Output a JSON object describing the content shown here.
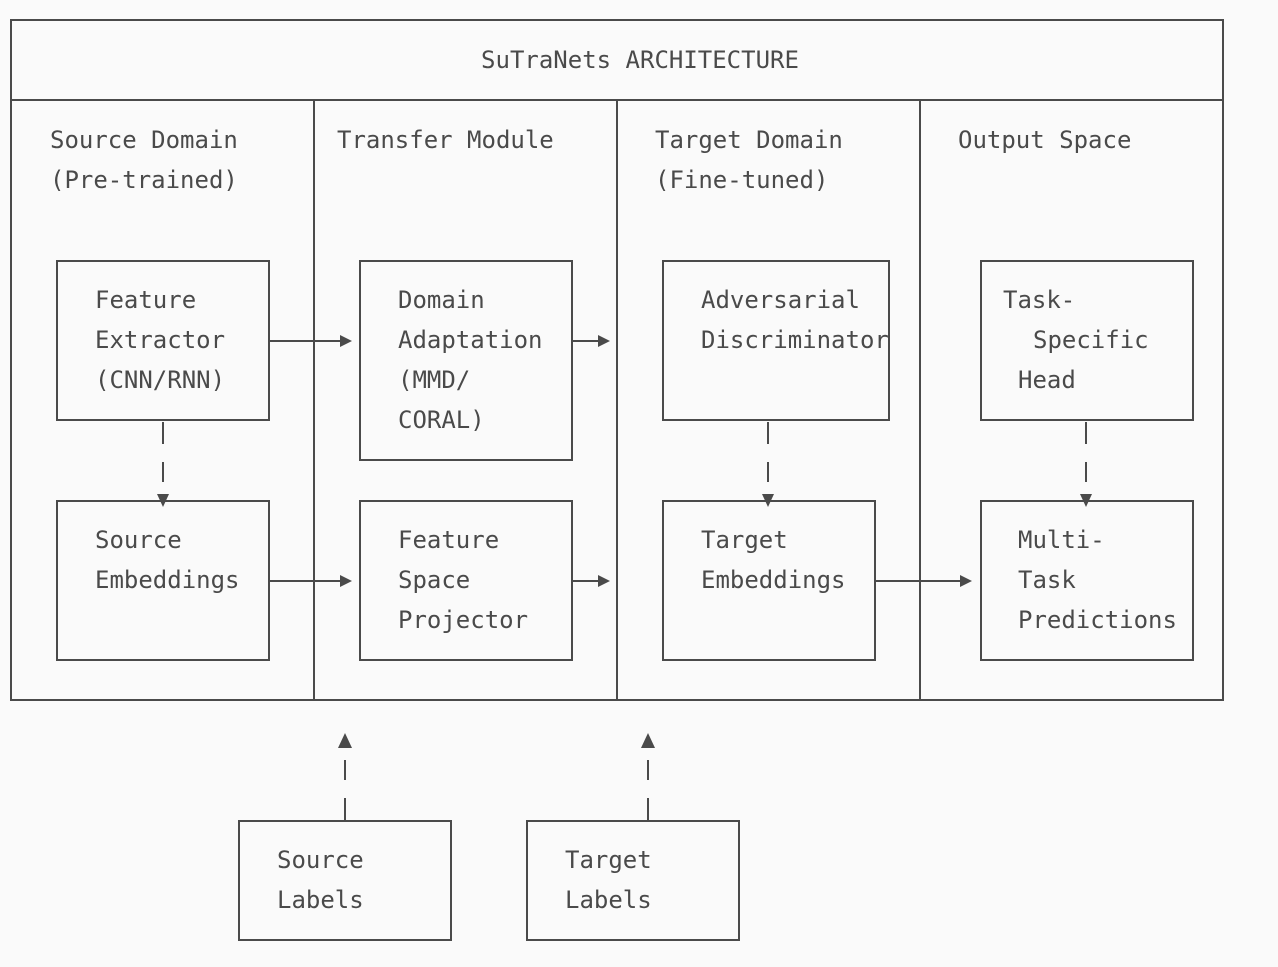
{
  "title": "SuTraNets ARCHITECTURE",
  "columns": [
    {
      "line1": "Source Domain",
      "line2": "(Pre-trained)"
    },
    {
      "line1": "Transfer Module",
      "line2": ""
    },
    {
      "line1": "Target Domain",
      "line2": "(Fine-tuned)"
    },
    {
      "line1": "Output Space",
      "line2": ""
    }
  ],
  "boxes": {
    "feature_extractor": [
      "Feature",
      "Extractor",
      "(CNN/RNN)"
    ],
    "domain_adaptation": [
      "Domain",
      "Adaptation",
      "(MMD/",
      "CORAL)"
    ],
    "adversarial_discriminator": [
      "Adversarial",
      "Discriminator"
    ],
    "task_specific_head": [
      "Task-",
      "Specific",
      "Head"
    ],
    "source_embeddings": [
      "Source",
      "Embeddings"
    ],
    "feature_space_projector": [
      "Feature",
      "Space",
      "Projector"
    ],
    "target_embeddings": [
      "Target",
      "Embeddings"
    ],
    "multi_task_predictions": [
      "Multi-",
      "Task",
      "Predictions"
    ],
    "source_labels": [
      "Source",
      "Labels"
    ],
    "target_labels": [
      "Target",
      "Labels"
    ]
  }
}
